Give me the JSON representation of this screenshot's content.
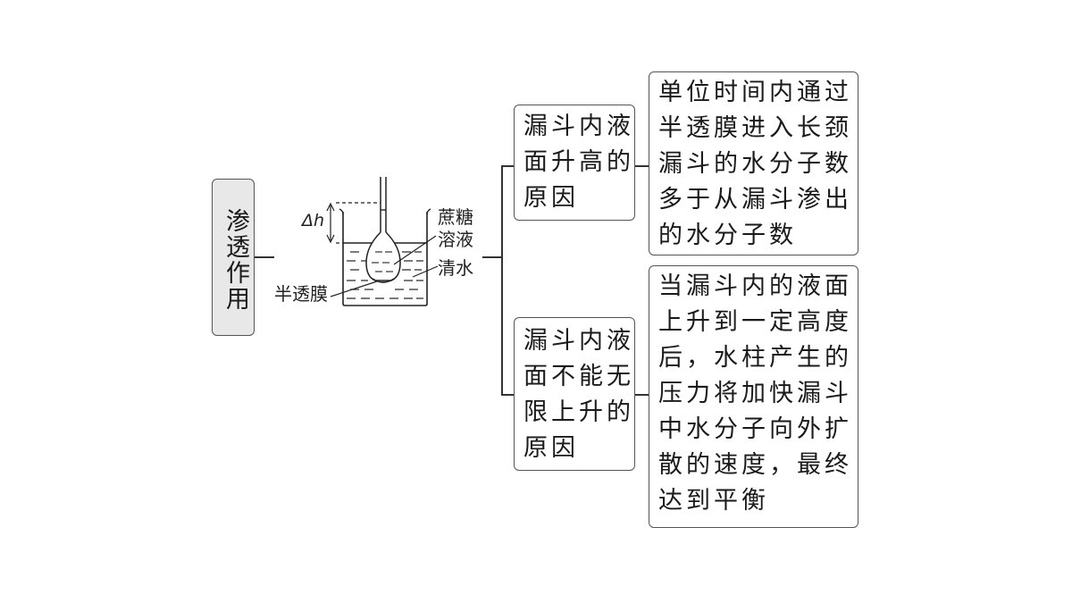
{
  "root": {
    "label": "渗透作用"
  },
  "apparatus": {
    "labels": {
      "sucrose_solution_line1": "蔗糖",
      "sucrose_solution_line2": "溶液",
      "clear_water": "清水",
      "semipermeable_membrane": "半透膜",
      "delta_h": "Δh"
    }
  },
  "branches": [
    {
      "question": "漏斗内液面升高的原因",
      "answer": "单位时间内通过半透膜进入长颈漏斗的水分子数多于从漏斗渗出的水分子数"
    },
    {
      "question": "漏斗内液面不能无限上升的原因",
      "answer": "当漏斗内的液面上升到一定高度后，水柱产生的压力将加快漏斗中水分子向外扩散的速度，最终达到平衡"
    }
  ]
}
